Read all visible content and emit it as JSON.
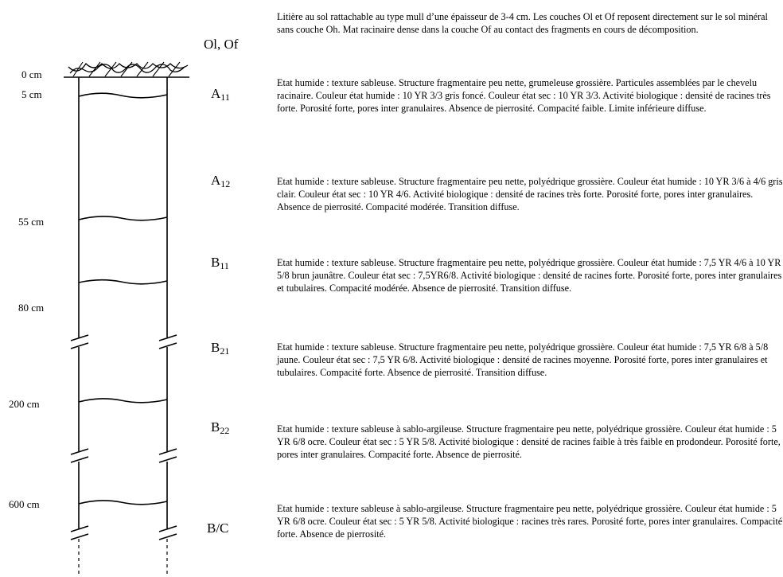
{
  "depth_labels": [
    "0 cm",
    "5 cm",
    "55 cm",
    "80 cm",
    "200 cm",
    "600 cm"
  ],
  "horizons": [
    {
      "main": "Ol, Of",
      "sub": ""
    },
    {
      "main": "A",
      "sub": "11"
    },
    {
      "main": "A",
      "sub": "12"
    },
    {
      "main": "B",
      "sub": "11"
    },
    {
      "main": "B",
      "sub": "21"
    },
    {
      "main": "B",
      "sub": "22"
    },
    {
      "main": "B/C",
      "sub": ""
    }
  ],
  "descriptions": [
    "Litière au sol rattachable au type mull d’une épaisseur de 3-4 cm. Les couches Ol et Of reposent directement sur le sol minéral sans couche Oh. Mat racinaire dense dans la couche Of au contact des fragments en cours de décomposition.",
    "Etat humide : texture sableuse. Structure fragmentaire peu nette, grumeleuse grossière. Particules assemblées par le chevelu racinaire. Couleur état humide : 10 YR 3/3 gris foncé. Couleur état sec : 10 YR 3/3. Activité biologique : densité de racines très forte. Porosité forte, pores inter granulaires. Absence de pierrosité. Compacité faible. Limite inférieure diffuse.",
    "Etat humide : texture sableuse. Structure fragmentaire peu nette, polyédrique grossière. Couleur état humide : 10 YR 3/6 à 4/6 gris clair. Couleur état sec : 10 YR 4/6. Activité biologique : densité de racines très forte. Porosité forte, pores inter granulaires. Absence de pierrosité. Compacité modérée. Transition diffuse.",
    "Etat humide : texture sableuse. Structure fragmentaire peu nette, polyédrique grossière. Couleur état humide : 7,5 YR 4/6 à 10 YR 5/8 brun jaunâtre. Couleur état sec : 7,5YR6/8. Activité biologique : densité de racines forte. Porosité forte, pores inter granulaires et tubulaires. Compacité modérée. Absence de pierrosité. Transition diffuse.",
    "Etat humide : texture sableuse. Structure fragmentaire peu nette, polyédrique grossière. Couleur état humide : 7,5 YR 6/8 à 5/8  jaune. Couleur état sec : 7,5 YR 6/8. Activité biologique : densité de racines moyenne. Porosité forte, pores inter granulaires et tubulaires. Compacité forte. Absence de pierrosité. Transition diffuse.",
    "Etat humide : texture sableuse à sablo-argileuse. Structure fragmentaire peu nette, polyédrique grossière. Couleur état humide : 5 YR 6/8  ocre. Couleur état sec : 5 YR 5/8. Activité biologique : densité de racines faible à très faible en prodondeur. Porosité forte, pores inter granulaires. Compacité forte. Absence de pierrosité.",
    "Etat humide : texture sableuse à sablo-argileuse. Structure fragmentaire peu nette, polyédrique grossière. Couleur état humide : 5 YR 6/8  ocre. Couleur état sec : 5 YR 5/8. Activité biologique : racines très rares. Porosité forte, pores inter granulaires. Compacité forte. Absence de pierrosité."
  ]
}
